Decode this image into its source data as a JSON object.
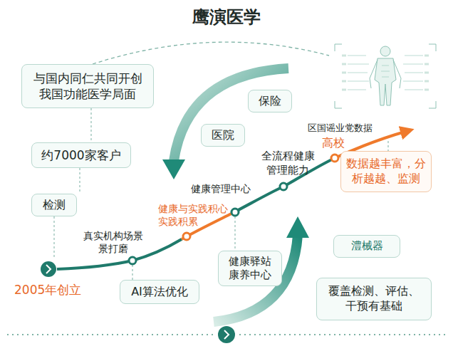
{
  "diagram": {
    "title": "鹰演医学",
    "nodes": [
      {
        "text": [
          "与国内同仁共同开创 我国功能医学局面"
        ]
      },
      {
        "text": [
          "保险"
        ]
      },
      {
        "text": [
          "医院"
        ]
      },
      {
        "text": [
          "约7000家客户"
        ]
      },
      {
        "text": [
          "检测"
        ]
      },
      {
        "text": [
          "数据越丰富，分析越越、监测"
        ]
      },
      {
        "text": [
          "健康驿站 康养中心"
        ]
      },
      {
        "text": [
          "AI算法优化"
        ]
      },
      {
        "text": [
          "澧械器"
        ]
      },
      {
        "text": [
          "覆盖检测、评估、 干预有基础"
        ]
      }
    ],
    "labels": [
      "2005年创立",
      "真实机构场景 景打磨",
      "健康与实践积心 实践积累",
      "健康管理中心",
      "全流程健康 管理能力",
      "区国谣业党数据",
      "高校"
    ]
  }
}
